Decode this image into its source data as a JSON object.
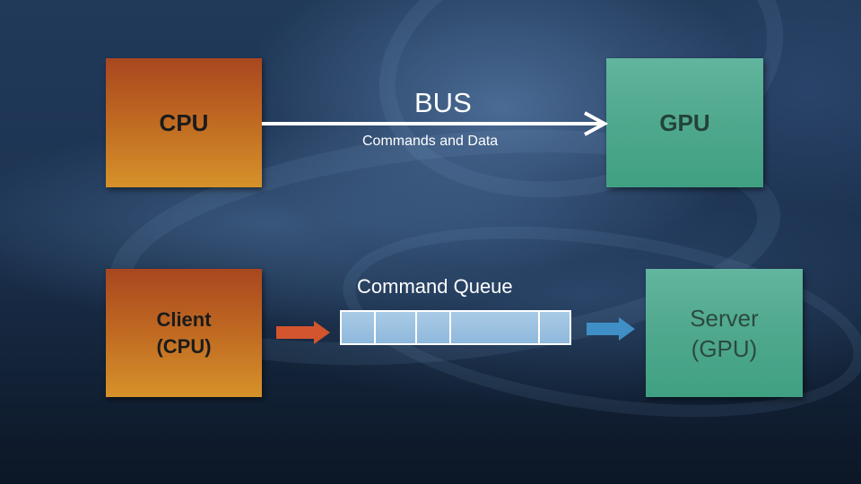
{
  "top": {
    "cpu_label": "CPU",
    "gpu_label": "GPU",
    "bus_label": "BUS",
    "bus_caption": "Commands and Data"
  },
  "bottom": {
    "queue_label": "Command Queue",
    "client_line1": "Client",
    "client_line2": "(CPU)",
    "server_line1": "Server",
    "server_line2": "(GPU)"
  },
  "colors": {
    "cpu_box": "#c06a22",
    "gpu_box": "#4fa88d",
    "queue_fill": "#9cc3e2",
    "arrow_in": "#d2552e",
    "arrow_out": "#3f8fc6"
  }
}
